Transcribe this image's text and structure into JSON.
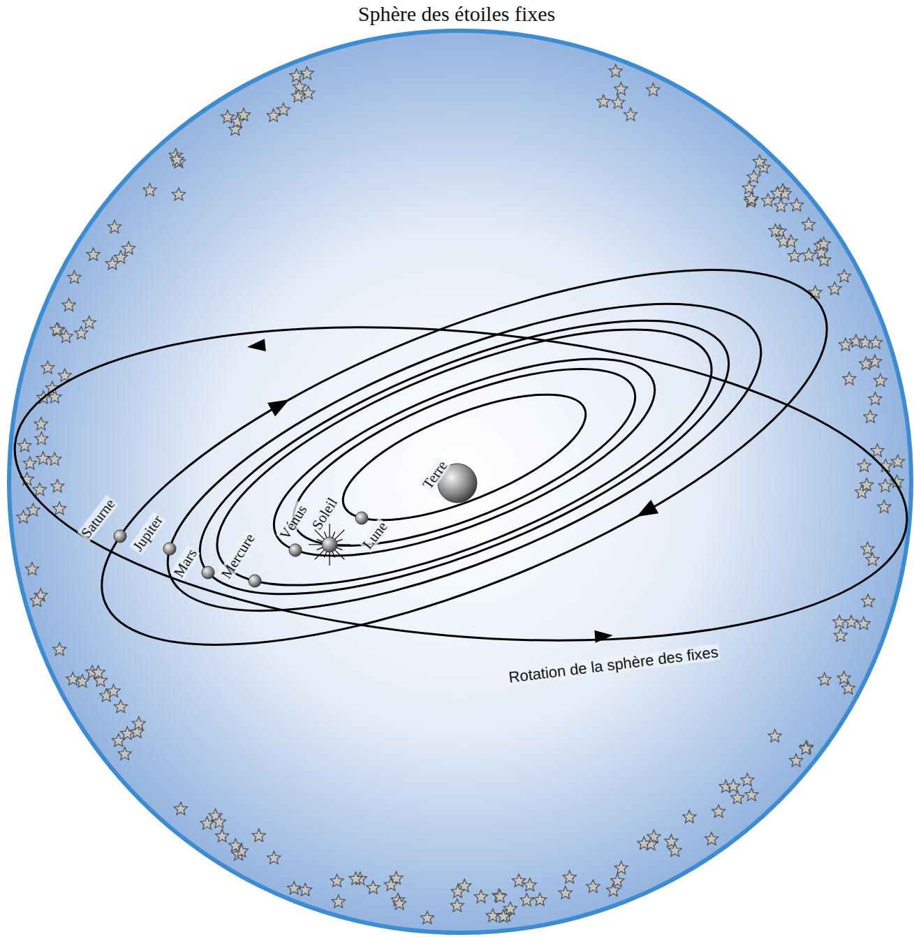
{
  "diagram": {
    "labels": [
      "Sphère des étoiles fixes",
      "Terre",
      "Soleil",
      "Lune",
      "Vénus",
      "Mercure",
      "Mars",
      "Jupiter",
      "Saturne",
      "Rotation de la sphère des fixes"
    ]
  }
}
